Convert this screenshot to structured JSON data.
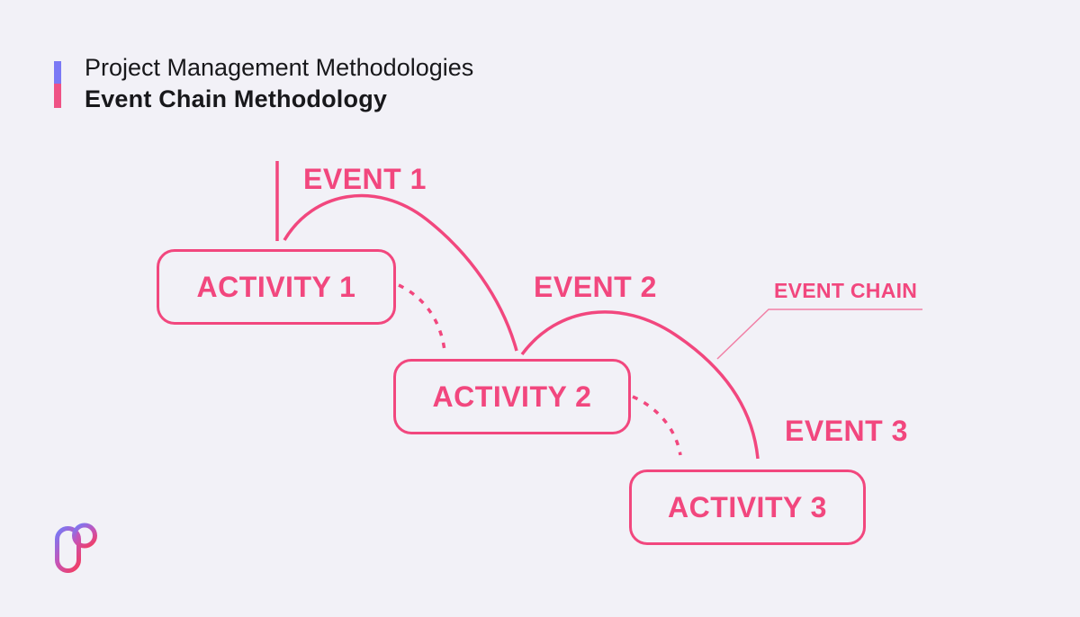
{
  "theme": {
    "bg": "#f2f1f7",
    "ink": "#18181b",
    "accent": "#f2477e",
    "accent-thin": "#f180a6",
    "bar-purple": "#7b79f5",
    "bar-pink": "#ef5285"
  },
  "header": {
    "kicker": "Project Management Methodologies",
    "title": "Event Chain Methodology"
  },
  "diagram": {
    "activities": [
      {
        "label": "ACTIVITY 1"
      },
      {
        "label": "ACTIVITY 2"
      },
      {
        "label": "ACTIVITY 3"
      }
    ],
    "events": [
      {
        "label": "EVENT 1"
      },
      {
        "label": "EVENT 2"
      },
      {
        "label": "EVENT 3"
      }
    ],
    "annotation": {
      "label": "EVENT CHAIN"
    },
    "logo_icon": "brand-p-logo",
    "logo_colors": {
      "top": "#7c77f2",
      "mid": "#c554b8",
      "bottom": "#ee3f6b"
    }
  }
}
